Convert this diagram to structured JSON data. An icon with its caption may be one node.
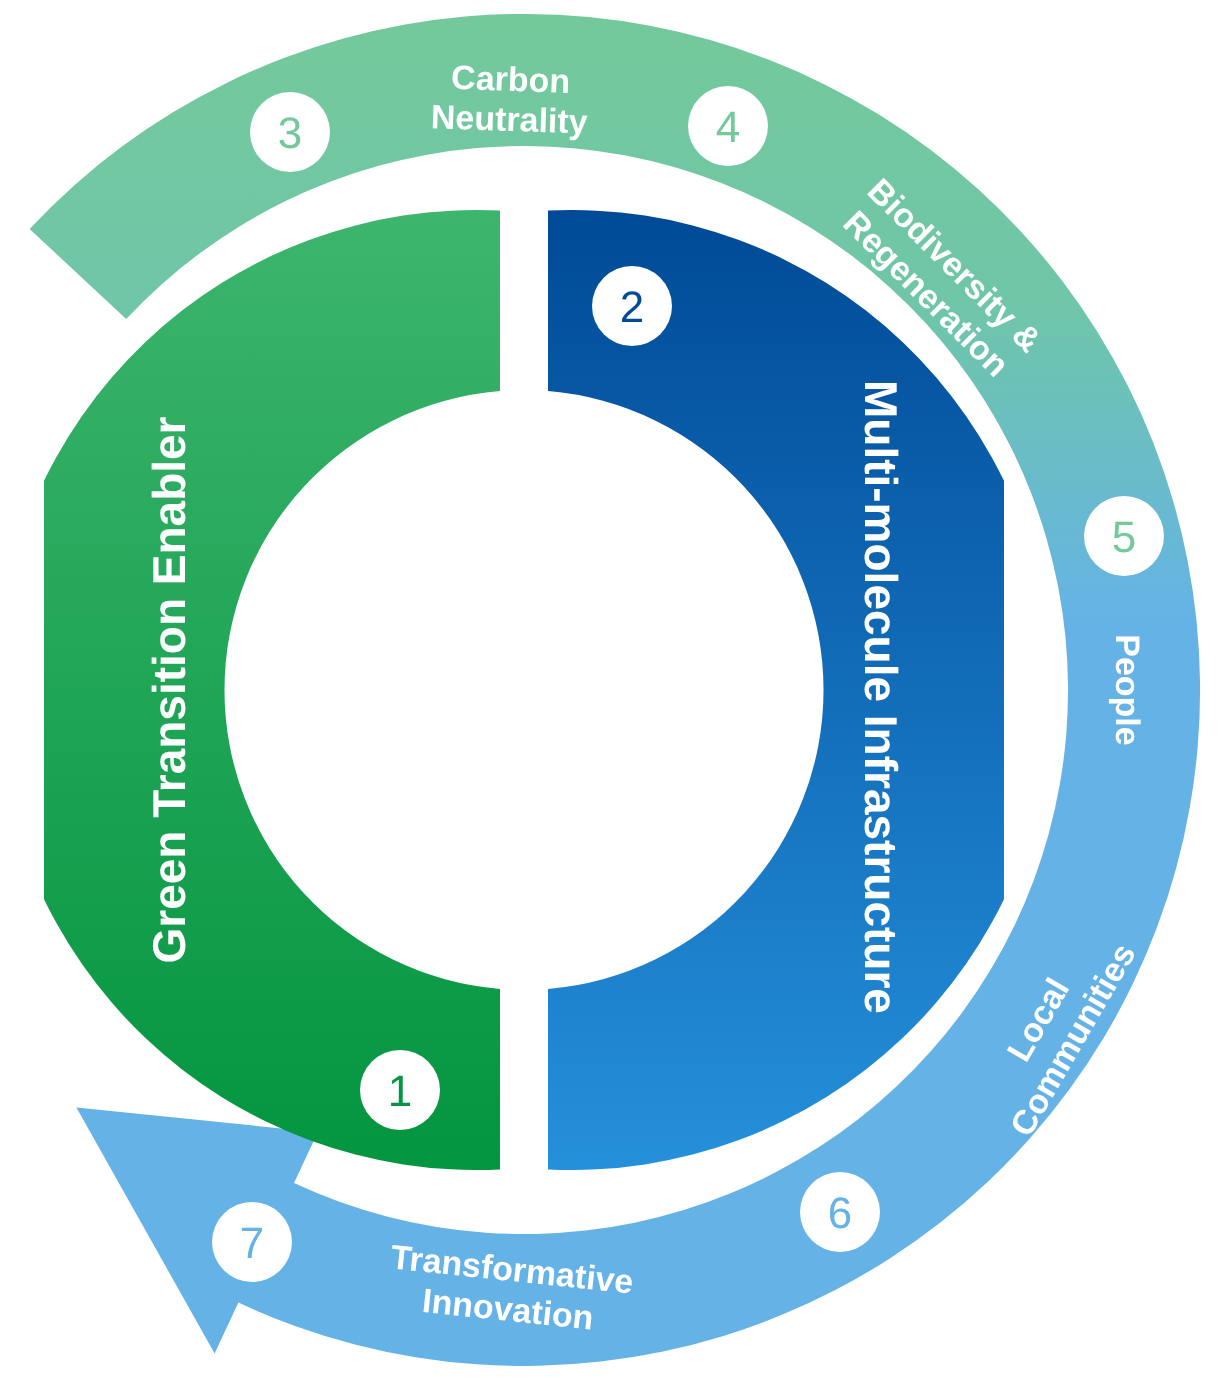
{
  "diagram": {
    "nodes": [
      {
        "text": [
          "Green Transition Enabler"
        ]
      },
      {
        "text": [
          "1"
        ],
        "in": 0
      },
      {
        "text": [
          "Multi-molecule Infrastructure"
        ]
      },
      {
        "text": [
          "2"
        ],
        "in": 2
      },
      {
        "text": [
          "3"
        ],
        "beside": [
          "Carbon Neutrality"
        ]
      },
      {
        "text": [
          "4"
        ],
        "beside": [
          "Biodiversity & Regeneration"
        ]
      },
      {
        "text": [
          "5"
        ],
        "beside": [
          "People"
        ]
      },
      {
        "text": [
          "6"
        ],
        "beside": [
          "Local Communities"
        ]
      },
      {
        "text": [
          "7"
        ],
        "beside": [
          "Transformative Innovation"
        ]
      }
    ]
  }
}
